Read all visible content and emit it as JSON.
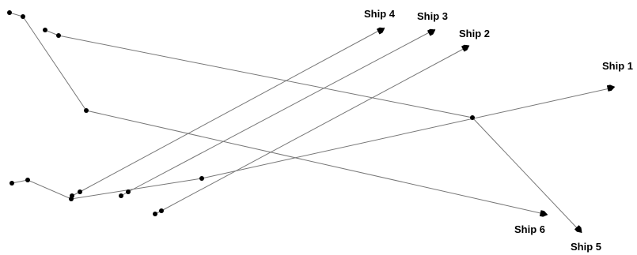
{
  "ships": [
    {
      "id": "ship-1",
      "label": "Ship 1"
    },
    {
      "id": "ship-2",
      "label": "Ship 2"
    },
    {
      "id": "ship-3",
      "label": "Ship 3"
    },
    {
      "id": "ship-4",
      "label": "Ship 4"
    },
    {
      "id": "ship-5",
      "label": "Ship 5"
    },
    {
      "id": "ship-6",
      "label": "Ship 6"
    }
  ],
  "colors": {
    "track": "#777777",
    "marker": "#000000",
    "background": "#ffffff"
  }
}
